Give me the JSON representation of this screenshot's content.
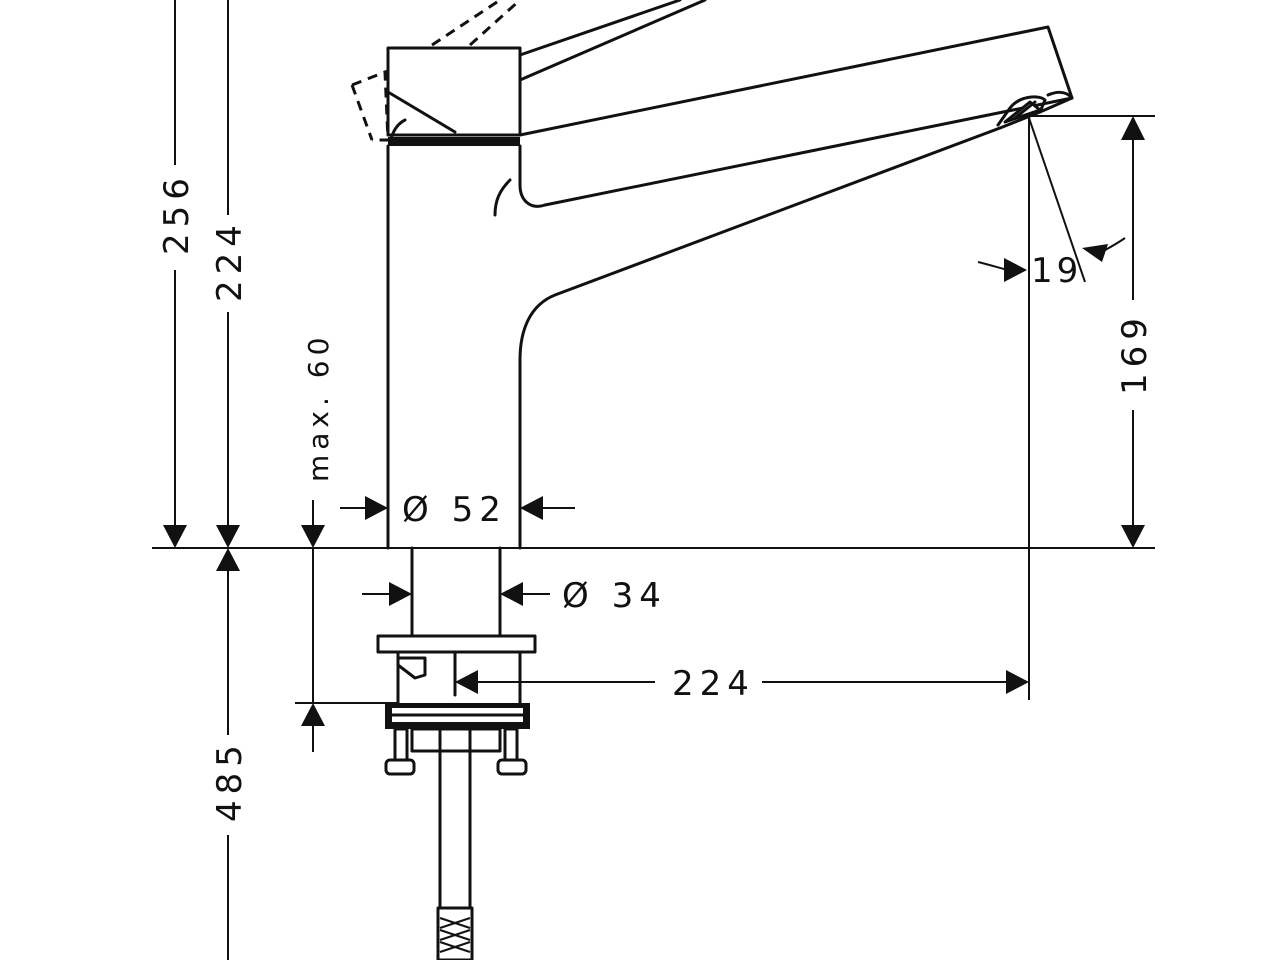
{
  "dimensions": {
    "total_height": "256",
    "spout_height": "224",
    "max_deck_thickness": "max. 60",
    "body_diameter": "Ø 52",
    "shank_diameter": "Ø 34",
    "spout_reach": "224",
    "aerator_height": "169",
    "aerator_angle": "19",
    "below_deck_length": "485"
  },
  "colors": {
    "line": "#111111",
    "background": "#ffffff"
  }
}
